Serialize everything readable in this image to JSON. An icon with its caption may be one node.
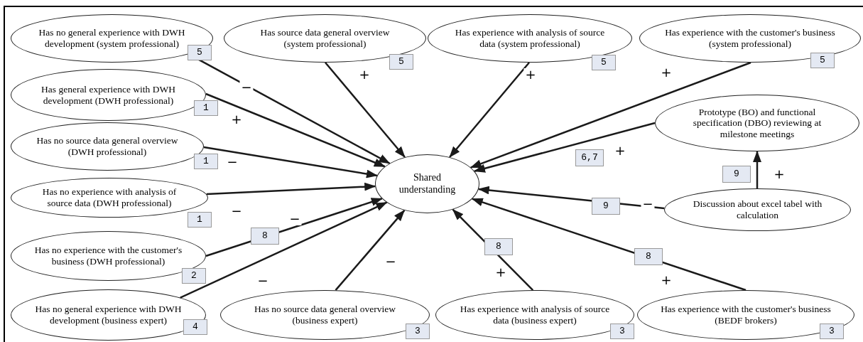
{
  "diagram": {
    "nodes": [
      {
        "text": [
          "Has no general experience with DWH development (system professional)",
          "5"
        ]
      },
      {
        "text": [
          "Has source data general overview (system professional)",
          "5"
        ]
      },
      {
        "text": [
          "Has experience with analysis of source data (system professional)",
          "5"
        ]
      },
      {
        "text": [
          "Has experience with the customer's business (system professional)",
          "5"
        ]
      },
      {
        "text": [
          "Has general experience with DWH development (DWH professional)",
          "1"
        ]
      },
      {
        "text": [
          "Prototype (BO) and functional specification (DBO) reviewing at milestone meetings"
        ]
      },
      {
        "text": [
          "Has no source data general overview (DWH professional)",
          "1"
        ]
      },
      {
        "text": [
          "Shared understanding"
        ]
      },
      {
        "text": [
          "Has no experience with analysis of source data (DWH professional)",
          "1"
        ]
      },
      {
        "text": [
          "Discussion about excel tabel with calculation"
        ]
      },
      {
        "text": [
          "Has no experience with the customer's business (DWH professional)",
          "2"
        ]
      },
      {
        "text": [
          "Has no general experience with DWH development (business expert)",
          "4"
        ]
      },
      {
        "text": [
          "Has no source data general overview (business expert)",
          "3"
        ]
      },
      {
        "text": [
          "Has experience with analysis of source data (business expert)",
          "3"
        ]
      },
      {
        "text": [
          "Has experience with the customer's business (BEDF brokers)",
          "3"
        ]
      }
    ],
    "edges": [
      {
        "from": 0,
        "to": 7,
        "arrow": "to",
        "label": "−"
      },
      {
        "from": 1,
        "to": 7,
        "arrow": "to",
        "label": "+"
      },
      {
        "from": 2,
        "to": 7,
        "arrow": "to",
        "label": "+"
      },
      {
        "from": 3,
        "to": 7,
        "arrow": "to",
        "label": "+"
      },
      {
        "from": 4,
        "to": 7,
        "arrow": "to",
        "label": "+"
      },
      {
        "from": 5,
        "to": 7,
        "arrow": "to",
        "label": "+"
      },
      {
        "from": 6,
        "to": 7,
        "arrow": "to",
        "label": "−"
      },
      {
        "from": 8,
        "to": 7,
        "arrow": "to",
        "label": "−"
      },
      {
        "from": 9,
        "to": 5,
        "arrow": "to",
        "label": "+"
      },
      {
        "from": 9,
        "to": 7,
        "arrow": "to",
        "label": "−"
      },
      {
        "from": 10,
        "to": 7,
        "arrow": "to",
        "label": "−"
      },
      {
        "from": 11,
        "to": 7,
        "arrow": "to",
        "label": "−"
      },
      {
        "from": 12,
        "to": 7,
        "arrow": "to",
        "label": "−"
      },
      {
        "from": 13,
        "to": 7,
        "arrow": "to",
        "label": "+"
      },
      {
        "from": 14,
        "to": 7,
        "arrow": "to",
        "label": "+"
      }
    ],
    "labels": [
      "6,7",
      "9",
      "9",
      "8",
      "8",
      "8"
    ]
  }
}
